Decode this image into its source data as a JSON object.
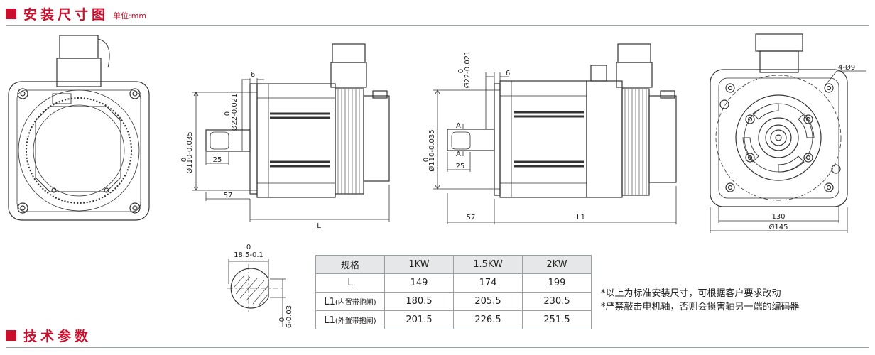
{
  "header_install": {
    "title": "安装尺寸图",
    "unit": "单位:mm"
  },
  "header_tech": {
    "title": "技术参数"
  },
  "dimensions": {
    "flange_dia": "Ø110-0.035",
    "flange_tol": "0",
    "shaft_dia": "Ø22-0.021",
    "shaft_tol": "0",
    "dim_6": "6",
    "dim_25": "25",
    "dim_57": "57",
    "dim_L": "L",
    "dim_L1": "L1",
    "dim_130": "130",
    "dim_145": "Ø145",
    "dim_holes": "4-Ø9",
    "section_A": "A",
    "key_width": "18.5-0.1",
    "key_width_tol": "0",
    "key_depth": "6-0.03",
    "key_depth_tol": "0"
  },
  "spec_table": {
    "headers": [
      "规格",
      "1KW",
      "1.5KW",
      "2KW"
    ],
    "rows": [
      {
        "label": "L",
        "label_note": "",
        "values": [
          "149",
          "174",
          "199"
        ]
      },
      {
        "label": "L1",
        "label_note": "(内置带抱闸)",
        "values": [
          "180.5",
          "205.5",
          "230.5"
        ]
      },
      {
        "label": "L1",
        "label_note": "(外置带抱闸)",
        "values": [
          "201.5",
          "226.5",
          "251.5"
        ]
      }
    ]
  },
  "notes": [
    "*以上为标准安装尺寸，可根据客户要求改动",
    "*严禁敲击电机轴，否则会损害轴另一端的编码器"
  ],
  "colors": {
    "accent": "#c8102e",
    "line": "#333333",
    "rule": "#9aa0a6",
    "table_header": "#e6e7e8"
  }
}
